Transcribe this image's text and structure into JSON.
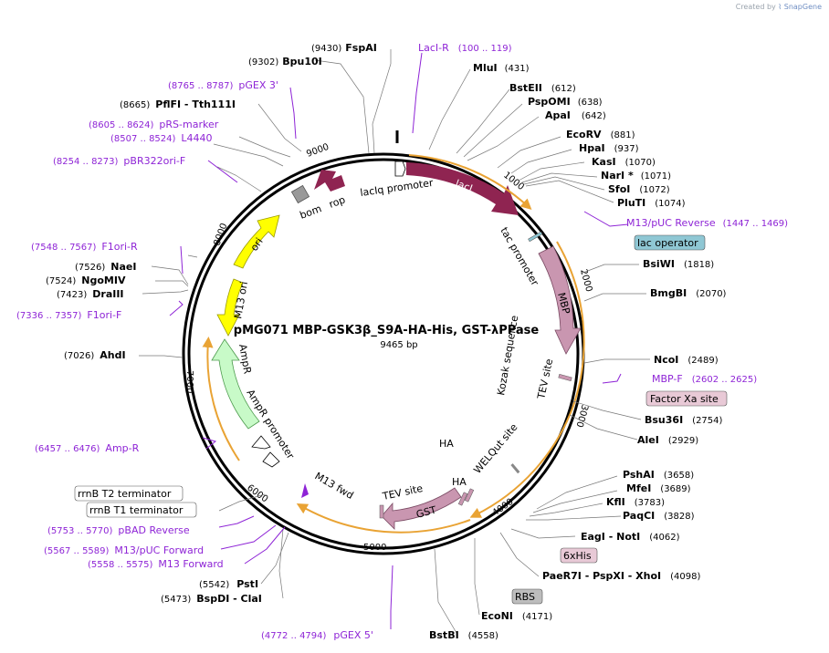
{
  "credit": {
    "prefix": "Created by",
    "brand": "SnapGene"
  },
  "plasmid": {
    "name": "pMG071 MBP-GSK3β_S9A-HA-His, GST-λPPase",
    "size": "9465 bp"
  },
  "colors": {
    "enzyme": "#000000",
    "primer": "#8e24d6",
    "lacI": "#8f2451",
    "MBP": "#c996b0",
    "GST": "#c996b0",
    "ori": "#ffff00",
    "AmpR": "#c8fac8",
    "orf_arrow": "#e9a334",
    "lac_operator": "#8fc7d4",
    "factor_xa": "#e8c9d6",
    "his": "#e8c9d6",
    "rbs": "#bdbdbd",
    "bom": "#999999",
    "rop": "#8f2451"
  },
  "ticks": [
    "1000",
    "2000",
    "3000",
    "4000",
    "5000",
    "6000",
    "7000",
    "8000",
    "9000"
  ],
  "labels": [
    {
      "id": "fspai",
      "pre": "(9430)",
      "name": "FspAI",
      "post": ""
    },
    {
      "id": "lacir",
      "pre": "LacI-R",
      "name": "",
      "post": "(100 .. 119)",
      "kind": "primer"
    },
    {
      "id": "bpu10i",
      "pre": "(9302)",
      "name": "Bpu10I",
      "post": ""
    },
    {
      "id": "mlui",
      "pre": "",
      "name": "MluI",
      "post": "(431)"
    },
    {
      "id": "pgex3",
      "pre": "(8765 .. 8787)",
      "name": "pGEX 3'",
      "post": "",
      "kind": "primer"
    },
    {
      "id": "bsteii",
      "pre": "",
      "name": "BstEII",
      "post": "(612)"
    },
    {
      "id": "pspomi",
      "pre": "",
      "name": "PspOMI",
      "post": "(638)"
    },
    {
      "id": "pflfi",
      "pre": "(8665)",
      "name": "PflFI - Tth111I",
      "post": ""
    },
    {
      "id": "apai",
      "pre": "",
      "name": "ApaI",
      "post": "(642)"
    },
    {
      "id": "prs",
      "pre": "(8605 .. 8624)",
      "name": "pRS-marker",
      "post": "",
      "kind": "primer"
    },
    {
      "id": "l4440",
      "pre": "(8507 .. 8524)",
      "name": "L4440",
      "post": "",
      "kind": "primer"
    },
    {
      "id": "ecorv",
      "pre": "",
      "name": "EcoRV",
      "post": "(881)"
    },
    {
      "id": "hpai",
      "pre": "",
      "name": "HpaI",
      "post": "(937)"
    },
    {
      "id": "pbr",
      "pre": "(8254 .. 8273)",
      "name": "pBR322ori-F",
      "post": "",
      "kind": "primer"
    },
    {
      "id": "kasi",
      "pre": "",
      "name": "KasI",
      "post": "(1070)"
    },
    {
      "id": "nari",
      "pre": "",
      "name": "NarI *",
      "post": "(1071)"
    },
    {
      "id": "sfoi",
      "pre": "",
      "name": "SfoI",
      "post": "(1072)"
    },
    {
      "id": "pluti",
      "pre": "",
      "name": "PluTI",
      "post": "(1074)"
    },
    {
      "id": "m13puc",
      "pre": "",
      "name": "M13/pUC Reverse",
      "post": "(1447 .. 1469)",
      "kind": "primer"
    },
    {
      "id": "f1orir",
      "pre": "(7548 .. 7567)",
      "name": "F1ori-R",
      "post": "",
      "kind": "primer"
    },
    {
      "id": "naei",
      "pre": "(7526)",
      "name": "NaeI",
      "post": ""
    },
    {
      "id": "bsiwi",
      "pre": "",
      "name": "BsiWI",
      "post": "(1818)"
    },
    {
      "id": "ngomiv",
      "pre": "(7524)",
      "name": "NgoMIV",
      "post": ""
    },
    {
      "id": "draiii",
      "pre": "(7423)",
      "name": "DraIII",
      "post": ""
    },
    {
      "id": "bmgbi",
      "pre": "",
      "name": "BmgBI",
      "post": "(2070)"
    },
    {
      "id": "f1orif",
      "pre": "(7336 .. 7357)",
      "name": "F1ori-F",
      "post": "",
      "kind": "primer"
    },
    {
      "id": "ncoi",
      "pre": "",
      "name": "NcoI",
      "post": "(2489)"
    },
    {
      "id": "ahdi",
      "pre": "(7026)",
      "name": "AhdI",
      "post": ""
    },
    {
      "id": "mbpf",
      "pre": "",
      "name": "MBP-F",
      "post": "(2602 .. 2625)",
      "kind": "primer"
    },
    {
      "id": "bsu36i",
      "pre": "",
      "name": "Bsu36I",
      "post": "(2754)"
    },
    {
      "id": "alei",
      "pre": "",
      "name": "AleI",
      "post": "(2929)"
    },
    {
      "id": "ampr_primer",
      "pre": "(6457 .. 6476)",
      "name": "Amp-R",
      "post": "",
      "kind": "primer"
    },
    {
      "id": "pshai",
      "pre": "",
      "name": "PshAI",
      "post": "(3658)"
    },
    {
      "id": "mfei",
      "pre": "",
      "name": "MfeI",
      "post": "(3689)"
    },
    {
      "id": "kfli",
      "pre": "",
      "name": "KflI",
      "post": "(3783)"
    },
    {
      "id": "paqci",
      "pre": "",
      "name": "PaqCI",
      "post": "(3828)"
    },
    {
      "id": "pbad",
      "pre": "(5753 .. 5770)",
      "name": "pBAD Reverse",
      "post": "",
      "kind": "primer"
    },
    {
      "id": "eagi",
      "pre": "",
      "name": "EagI - NotI",
      "post": "(4062)"
    },
    {
      "id": "m13pucf",
      "pre": "(5567 .. 5589)",
      "name": "M13/pUC Forward",
      "post": "",
      "kind": "primer"
    },
    {
      "id": "m13f",
      "pre": "(5558 .. 5575)",
      "name": "M13 Forward",
      "post": "",
      "kind": "primer"
    },
    {
      "id": "paer7i",
      "pre": "",
      "name": "PaeR7I - PspXI - XhoI",
      "post": "(4098)"
    },
    {
      "id": "psti",
      "pre": "(5542)",
      "name": "PstI",
      "post": ""
    },
    {
      "id": "bspdi",
      "pre": "(5473)",
      "name": "BspDI - ClaI",
      "post": ""
    },
    {
      "id": "econi",
      "pre": "",
      "name": "EcoNI",
      "post": "(4171)"
    },
    {
      "id": "pgex5",
      "pre": "(4772 .. 4794)",
      "name": "pGEX 5'",
      "post": "",
      "kind": "primer"
    },
    {
      "id": "bstbi",
      "pre": "",
      "name": "BstBI",
      "post": "(4558)"
    }
  ],
  "boxes": {
    "lac_operator": "lac operator",
    "factor_xa": "Factor Xa site",
    "his6": "6xHis",
    "rbs": "RBS",
    "rrnb_t2": "rrnB T2 terminator",
    "rrnb_t1": "rrnB T1 terminator"
  },
  "features": {
    "laciq_promoter": "lacIq promoter",
    "laci": "lacI",
    "tac_promoter": "tac promoter",
    "mbp": "MBP",
    "kozak": "Kozak sequence",
    "tev1": "TEV site",
    "welqut": "WELQut site",
    "ha1": "HA",
    "ha2": "HA",
    "tev2": "TEV site",
    "gst": "GST",
    "m13fwd": "M13 fwd",
    "ampr_promoter": "AmpR promoter",
    "ampr": "AmpR",
    "m13ori": "M13 ori",
    "ori": "ori",
    "bom": "bom",
    "rop": "rop"
  }
}
